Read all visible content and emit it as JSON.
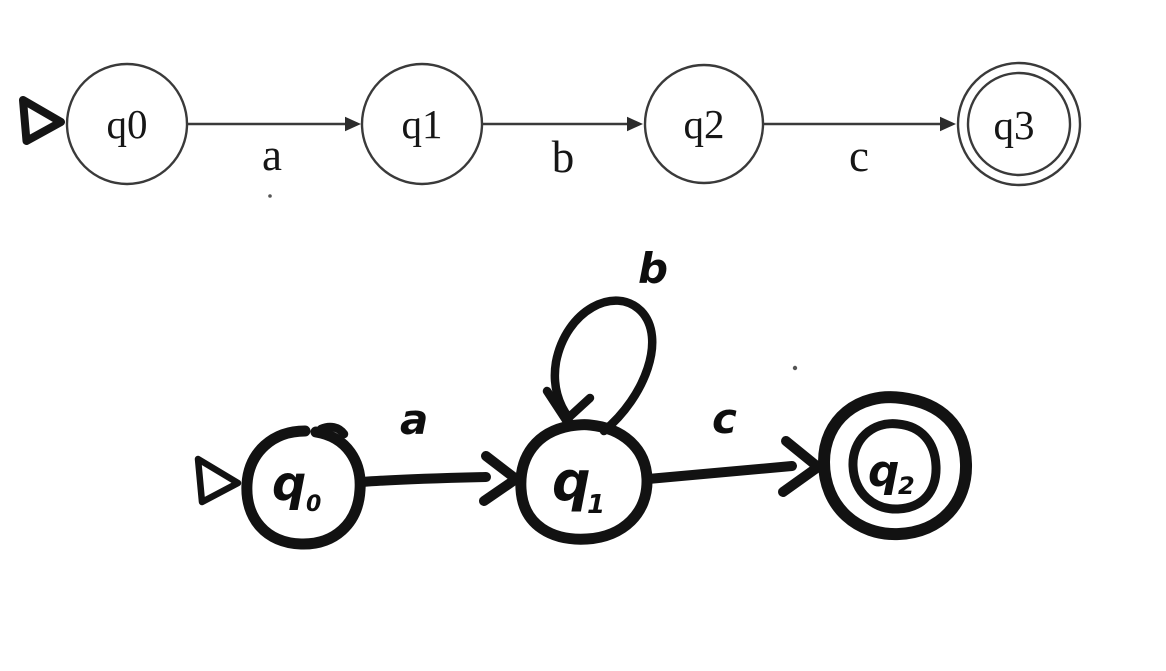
{
  "automata": [
    {
      "style": "typeset",
      "states": [
        {
          "name": "q0",
          "label": "q0",
          "start": true,
          "accepting": false
        },
        {
          "name": "q1",
          "label": "q1",
          "start": false,
          "accepting": false
        },
        {
          "name": "q2",
          "label": "q2",
          "start": false,
          "accepting": false
        },
        {
          "name": "q3",
          "label": "q3",
          "start": false,
          "accepting": true
        }
      ],
      "transitions": [
        {
          "from": "q0",
          "to": "q1",
          "label": "a"
        },
        {
          "from": "q1",
          "to": "q2",
          "label": "b"
        },
        {
          "from": "q2",
          "to": "q3",
          "label": "c"
        }
      ]
    },
    {
      "style": "hand-drawn",
      "states": [
        {
          "name": "q0",
          "label_main": "q",
          "label_sub": "0",
          "start": true,
          "accepting": false
        },
        {
          "name": "q1",
          "label_main": "q",
          "label_sub": "1",
          "start": false,
          "accepting": false
        },
        {
          "name": "q2",
          "label_main": "q",
          "label_sub": "2",
          "start": false,
          "accepting": true
        }
      ],
      "transitions": [
        {
          "from": "q0",
          "to": "q1",
          "label": "a",
          "shape": "straight"
        },
        {
          "from": "q1",
          "to": "q1",
          "label": "b",
          "shape": "self-loop"
        },
        {
          "from": "q1",
          "to": "q2",
          "label": "c",
          "shape": "straight"
        }
      ]
    }
  ],
  "colors": {
    "background": "#ffffff",
    "typeset_ink": "#3a3a3a",
    "hand_ink": "#121212",
    "text_ink": "#161616"
  }
}
